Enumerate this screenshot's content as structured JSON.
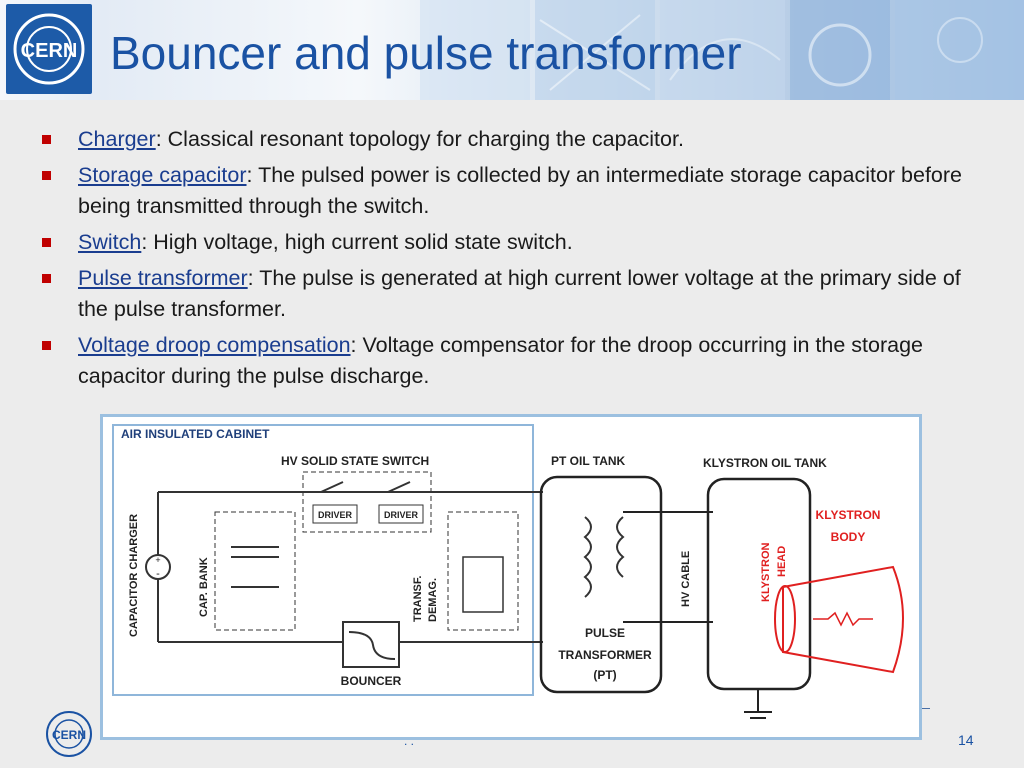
{
  "header": {
    "title": "Bouncer and pulse transformer",
    "logo_text": "CERN"
  },
  "bullets": [
    {
      "term": "Charger",
      "text": ":  Classical resonant topology for charging the capacitor."
    },
    {
      "term": "Storage capacitor",
      "text": ": The pulsed power is collected by an intermediate storage capacitor before being transmitted through the switch."
    },
    {
      "term": "Switch",
      "text": ":  High voltage, high current solid state switch."
    },
    {
      "term": "Pulse transformer",
      "text": ":  The pulse is generated at high current lower voltage at the primary side of the pulse transformer."
    },
    {
      "term": "Voltage droop compensation",
      "text": ":  Voltage compensator for the droop occurring in the storage capacitor during the pulse discharge."
    }
  ],
  "diagram": {
    "cabinet_label": "AIR INSULATED CABINET",
    "switch_label": "HV SOLID STATE SWITCH",
    "driver1": "DRIVER",
    "driver2": "DRIVER",
    "pt_tank": "PT OIL TANK",
    "klystron_tank": "KLYSTRON OIL TANK",
    "capacitor_charger": "CAPACITOR CHARGER",
    "cap_bank": "CAP. BANK",
    "transf_demag_1": "TRANSF.",
    "transf_demag_2": "DEMAG.",
    "bouncer": "BOUNCER",
    "pulse_transformer_1": "PULSE",
    "pulse_transformer_2": "TRANSFORMER",
    "pulse_transformer_3": "(PT)",
    "hv_cable": "HV CABLE",
    "klystron_head_1": "KLYSTRON",
    "klystron_head_2": "HEAD",
    "klystron_body_1": "KLYSTRON",
    "klystron_body_2": "BODY",
    "plus": "+",
    "minus": "-"
  },
  "footer": {
    "logo_text": "CERN",
    "dots": ". .",
    "page_number": "14"
  },
  "colors": {
    "title": "#1a52a3",
    "bullet": "#c00000",
    "klystron": "#e02020",
    "cabinet_border": "#8fb6da"
  }
}
